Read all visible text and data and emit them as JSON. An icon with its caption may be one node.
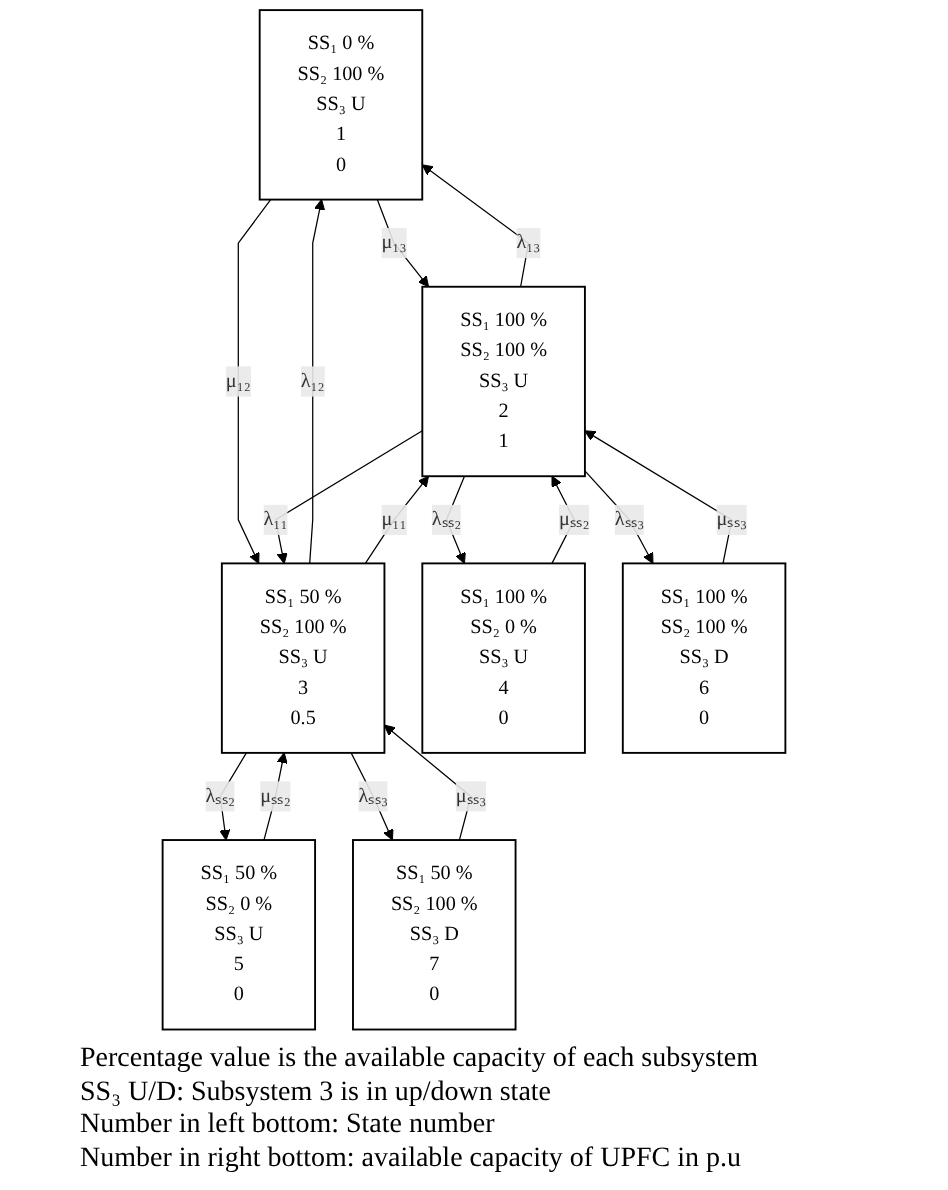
{
  "diagram": {
    "nodes": [
      {
        "text": [
          "SS₁ 0 %",
          "SS₂ 100 %",
          "SS₃ U",
          "1",
          "0"
        ]
      },
      {
        "text": [
          "SS₁ 100 %",
          "SS₂ 100 %",
          "SS₃ U",
          "2",
          "1"
        ]
      },
      {
        "text": [
          "SS₁ 50 %",
          "SS₂ 100 %",
          "SS₃ U",
          "3",
          "0.5"
        ]
      },
      {
        "text": [
          "SS₁ 100 %",
          "SS₂ 0 %",
          "SS₃ U",
          "4",
          "0"
        ]
      },
      {
        "text": [
          "SS₁ 50 %",
          "SS₂ 0 %",
          "SS₃ U",
          "5",
          "0"
        ]
      },
      {
        "text": [
          "SS₁ 100 %",
          "SS₂ 100 %",
          "SS₃ D",
          "6",
          "0"
        ]
      },
      {
        "text": [
          "SS₁ 50 %",
          "SS₂ 100 %",
          "SS₃ D",
          "7",
          "0"
        ]
      }
    ],
    "edges": [
      {
        "from": 1,
        "to": 0,
        "arrow": "to",
        "label": "λ₁₃"
      },
      {
        "from": 0,
        "to": 1,
        "arrow": "to",
        "label": "μ₁₃"
      },
      {
        "from": 2,
        "to": 0,
        "arrow": "to",
        "label": "λ₁₂"
      },
      {
        "from": 0,
        "to": 2,
        "arrow": "to",
        "label": "μ₁₂"
      },
      {
        "from": 2,
        "to": 1,
        "arrow": "to",
        "label": "μ₁₁"
      },
      {
        "from": 1,
        "to": 2,
        "arrow": "to",
        "label": "λ₁₁"
      },
      {
        "from": 1,
        "to": 3,
        "arrow": "to",
        "label": "λₛₛ₂"
      },
      {
        "from": 3,
        "to": 1,
        "arrow": "to",
        "label": "μₛₛ₂"
      },
      {
        "from": 5,
        "to": 1,
        "arrow": "to",
        "label": "μₛₛ₃"
      },
      {
        "from": 1,
        "to": 5,
        "arrow": "to",
        "label": "λₛₛ₃"
      },
      {
        "from": 2,
        "to": 4,
        "arrow": "to",
        "label": "λₛₛ₂"
      },
      {
        "from": 4,
        "to": 2,
        "arrow": "to",
        "label": "μₛₛ₂"
      },
      {
        "from": 6,
        "to": 2,
        "arrow": "to",
        "label": "μₛₛ₃"
      },
      {
        "from": 2,
        "to": 6,
        "arrow": "to",
        "label": "λₛₛ₃"
      }
    ],
    "labels": [
      "Percentage value is the available capacity of each subsystem",
      "SS₃ U/D: Subsystem 3 is in up/down state",
      "Number in left bottom: State number",
      "Number in right bottom: available capacity of UPFC in p.u"
    ]
  }
}
